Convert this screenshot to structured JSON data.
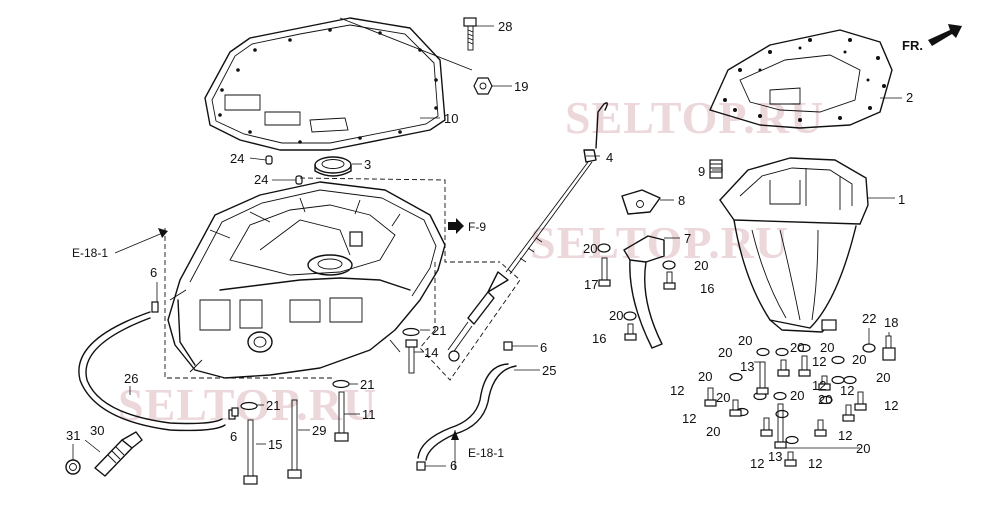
{
  "watermark": "SELTOP.RU",
  "direction": "FR.",
  "refs": {
    "e18_left": "E-18-1",
    "e18_bottom": "E-18-1",
    "f9": "F-9"
  },
  "callouts": [
    {
      "id": "c1",
      "label": "1"
    },
    {
      "id": "c2",
      "label": "2"
    },
    {
      "id": "c3",
      "label": "3"
    },
    {
      "id": "c4",
      "label": "4"
    },
    {
      "id": "c6a",
      "label": "6"
    },
    {
      "id": "c6b",
      "label": "6"
    },
    {
      "id": "c6c",
      "label": "6"
    },
    {
      "id": "c6d",
      "label": "6"
    },
    {
      "id": "c7",
      "label": "7"
    },
    {
      "id": "c8",
      "label": "8"
    },
    {
      "id": "c9",
      "label": "9"
    },
    {
      "id": "c10",
      "label": "10"
    },
    {
      "id": "c11",
      "label": "11"
    },
    {
      "id": "c12a",
      "label": "12"
    },
    {
      "id": "c12b",
      "label": "12"
    },
    {
      "id": "c12c",
      "label": "12"
    },
    {
      "id": "c12d",
      "label": "12"
    },
    {
      "id": "c12e",
      "label": "12"
    },
    {
      "id": "c12f",
      "label": "12"
    },
    {
      "id": "c12g",
      "label": "12"
    },
    {
      "id": "c12h",
      "label": "12"
    },
    {
      "id": "c12i",
      "label": "12"
    },
    {
      "id": "c13a",
      "label": "13"
    },
    {
      "id": "c13b",
      "label": "13"
    },
    {
      "id": "c14",
      "label": "14"
    },
    {
      "id": "c15",
      "label": "15"
    },
    {
      "id": "c16a",
      "label": "16"
    },
    {
      "id": "c16b",
      "label": "16"
    },
    {
      "id": "c17",
      "label": "17"
    },
    {
      "id": "c18",
      "label": "18"
    },
    {
      "id": "c19",
      "label": "19"
    },
    {
      "id": "c20a",
      "label": "20"
    },
    {
      "id": "c20b",
      "label": "20"
    },
    {
      "id": "c20c",
      "label": "20"
    },
    {
      "id": "c20d",
      "label": "20"
    },
    {
      "id": "c20e",
      "label": "20"
    },
    {
      "id": "c20f",
      "label": "20"
    },
    {
      "id": "c20g",
      "label": "20"
    },
    {
      "id": "c20h",
      "label": "20"
    },
    {
      "id": "c20i",
      "label": "20"
    },
    {
      "id": "c20j",
      "label": "20"
    },
    {
      "id": "c20k",
      "label": "20"
    },
    {
      "id": "c20l",
      "label": "20"
    },
    {
      "id": "c20m",
      "label": "20"
    },
    {
      "id": "c20n",
      "label": "20"
    },
    {
      "id": "c20o",
      "label": "20"
    },
    {
      "id": "c21a",
      "label": "21"
    },
    {
      "id": "c21b",
      "label": "21"
    },
    {
      "id": "c21c",
      "label": "21"
    },
    {
      "id": "c22",
      "label": "22"
    },
    {
      "id": "c24a",
      "label": "24"
    },
    {
      "id": "c24b",
      "label": "24"
    },
    {
      "id": "c25",
      "label": "25"
    },
    {
      "id": "c26",
      "label": "26"
    },
    {
      "id": "c28",
      "label": "28"
    },
    {
      "id": "c29",
      "label": "29"
    },
    {
      "id": "c30",
      "label": "30"
    },
    {
      "id": "c31",
      "label": "31"
    }
  ]
}
